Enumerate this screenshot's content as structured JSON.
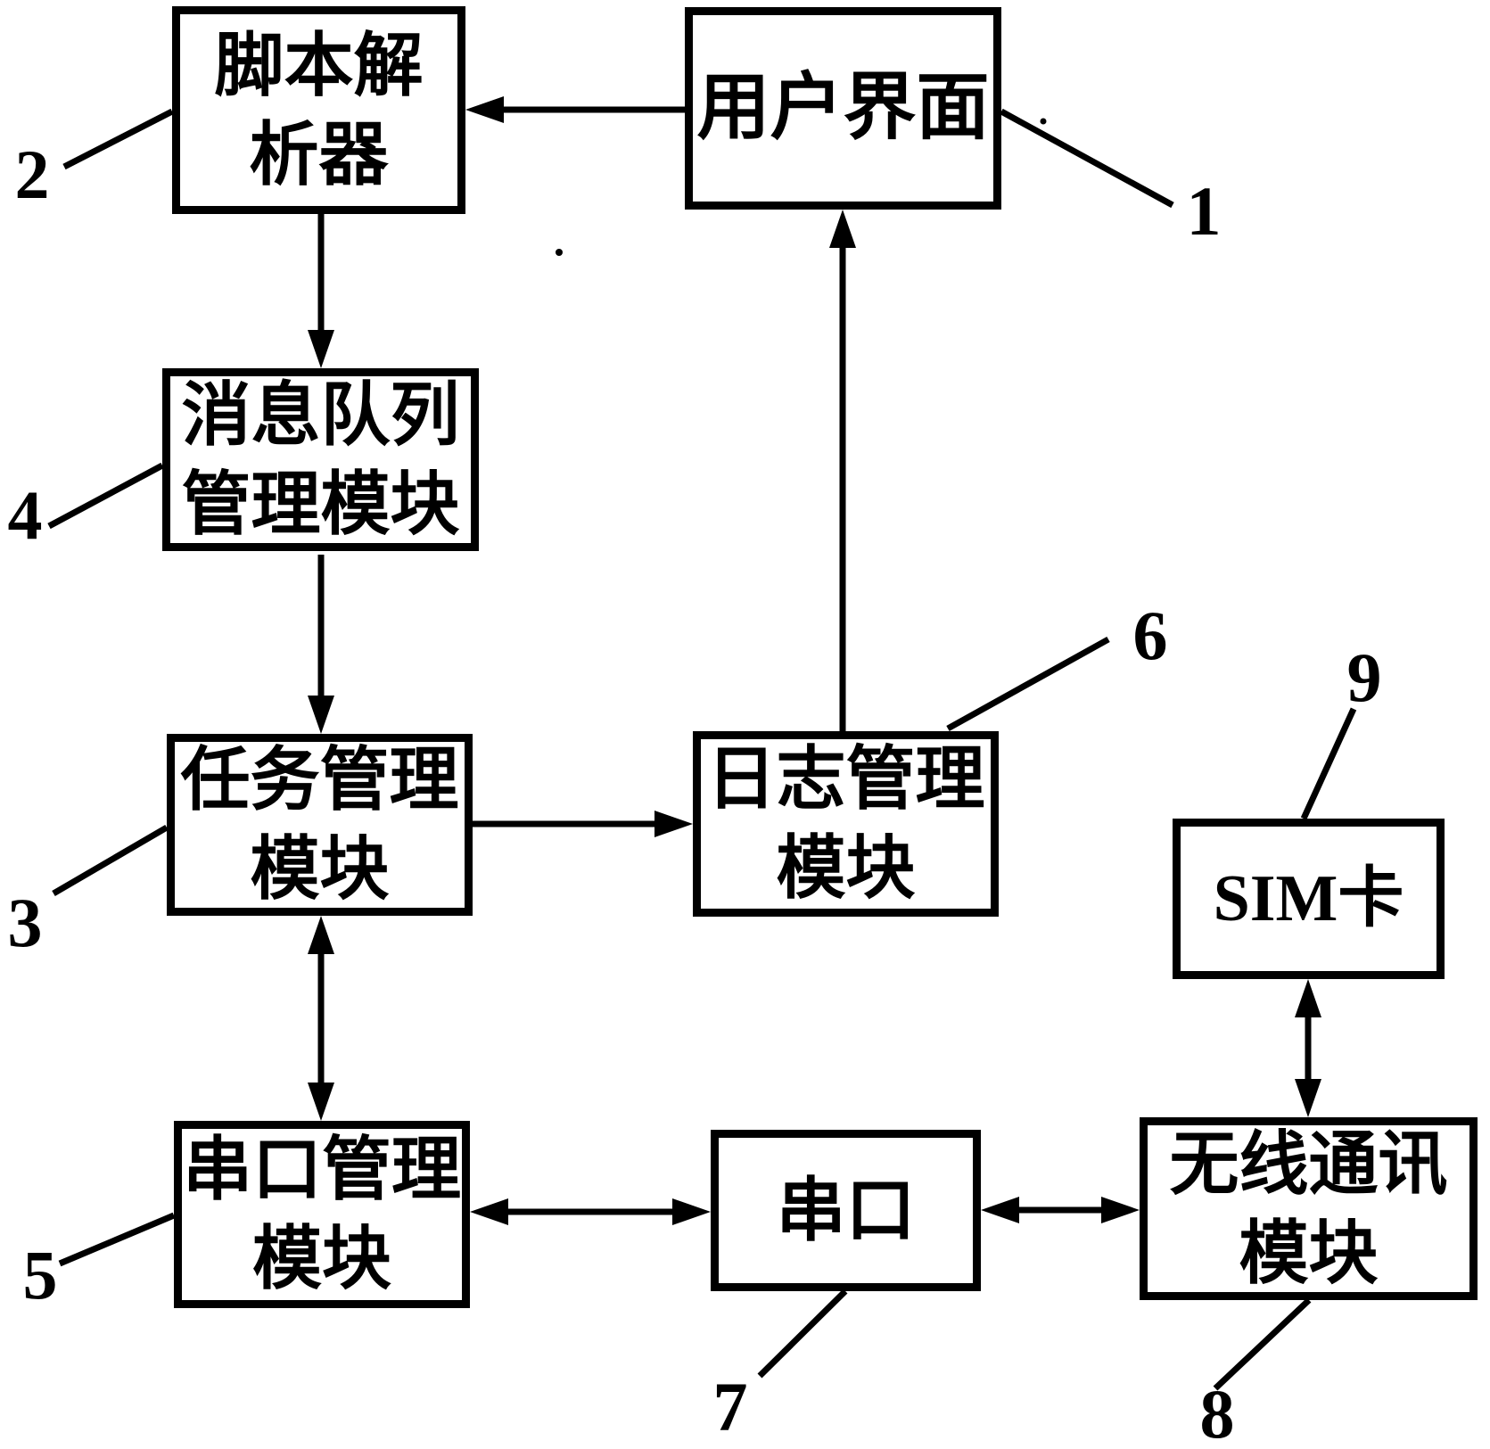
{
  "diagram": {
    "description": "软件模块结构框图",
    "colors": {
      "ink": "#000000",
      "background": "#ffffff"
    },
    "boxes": [
      {
        "name": "script-parser",
        "lines": [
          "脚本解",
          "析器"
        ]
      },
      {
        "name": "user-interface",
        "lines": [
          "用户界面"
        ]
      },
      {
        "name": "message-queue",
        "lines": [
          "消息队列",
          "管理模块"
        ]
      },
      {
        "name": "task-manager",
        "lines": [
          "任务管理",
          "模块"
        ]
      },
      {
        "name": "log-manager",
        "lines": [
          "日志管理",
          "模块"
        ]
      },
      {
        "name": "sim-card",
        "lines": [
          "SIM卡"
        ]
      },
      {
        "name": "serial-manager",
        "lines": [
          "串口管理",
          "模块"
        ]
      },
      {
        "name": "serial-port",
        "lines": [
          "串口"
        ]
      },
      {
        "name": "wireless-module",
        "lines": [
          "无线通讯",
          "模块"
        ]
      }
    ],
    "refs": [
      {
        "text": "1"
      },
      {
        "text": "2"
      },
      {
        "text": "3"
      },
      {
        "text": "4"
      },
      {
        "text": "5"
      },
      {
        "text": "6"
      },
      {
        "text": "7"
      },
      {
        "text": "8"
      },
      {
        "text": "9"
      }
    ]
  }
}
